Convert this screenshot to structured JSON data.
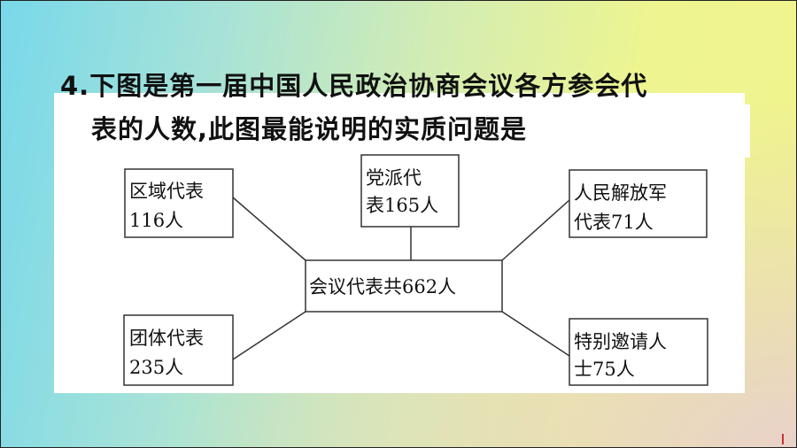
{
  "question": {
    "line1": "4.下图是第一届中国人民政治协商会议各方参会代",
    "line2": "表的人数,此图最能说明的实质问题是"
  },
  "diagram": {
    "center": "会议代表共662人",
    "nodes": [
      {
        "id": "regional",
        "line1": "区域代表",
        "line2": "116人",
        "count": 116
      },
      {
        "id": "party",
        "line1": "党派代",
        "line2": "表165人",
        "count": 165
      },
      {
        "id": "pla",
        "line1": "人民解放军",
        "line2": "代表71人",
        "count": 71
      },
      {
        "id": "group",
        "line1": "团体代表",
        "line2": "235人",
        "count": 235
      },
      {
        "id": "special",
        "line1": "特别邀请人",
        "line2": "士75人",
        "count": 75
      }
    ]
  }
}
